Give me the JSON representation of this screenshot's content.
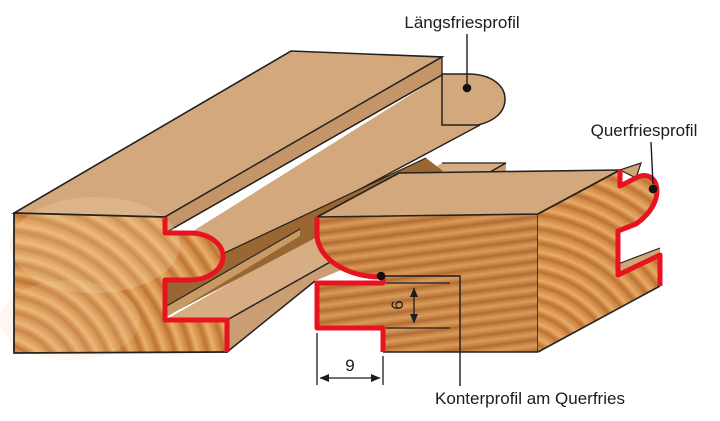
{
  "diagram": {
    "title_labels": {
      "laengsfries": "Längsfriesprofil",
      "querfries": "Querfriesprofil",
      "konterprofil": "Konterprofil am Querfries"
    },
    "dimensions": {
      "tongue_length": "9",
      "tongue_thickness": "6"
    },
    "colors": {
      "profile_red": "#e8131f",
      "wood_flat": "#d2a87c",
      "wood_flat_light": "#d7ae83",
      "wood_step": "#c49568",
      "wood_band_lower": "#c99e72",
      "groove_dark": "#9a6733",
      "groove_floor": "#c79a66",
      "notch_tan": "#cfa678",
      "line": "#25211e",
      "text": "#1c1c1c",
      "background": "#ffffff"
    }
  }
}
